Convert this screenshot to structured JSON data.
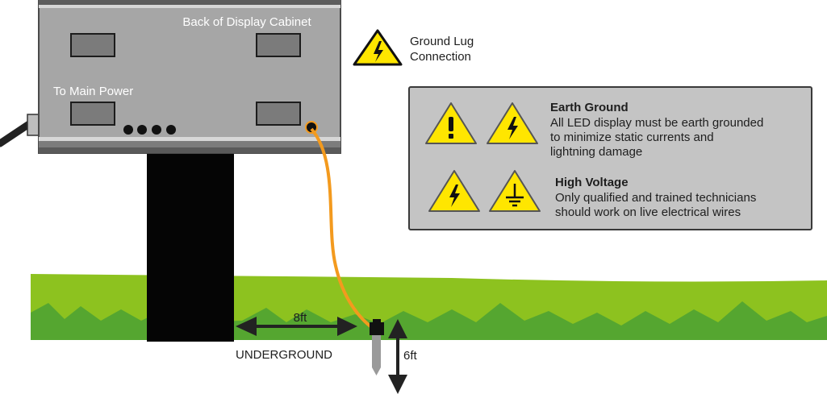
{
  "cabinet": {
    "title": "Back of Display Cabinet",
    "power_label": "To Main Power"
  },
  "legend": {
    "line1": "Ground Lug",
    "line2": "Connection",
    "icon": "lightning-warning-icon"
  },
  "warning_panel": {
    "earth_ground": {
      "title": "Earth Ground",
      "lines": [
        "All LED display must be earth grounded",
        "to minimize static currents and",
        "lightning damage"
      ],
      "icons": [
        "exclamation-warning-icon",
        "lightning-warning-icon"
      ]
    },
    "high_voltage": {
      "title": "High Voltage",
      "lines": [
        "Only qualified and trained technicians",
        "should work on live electrical wires"
      ],
      "icons": [
        "lightning-warning-icon",
        "ground-symbol-warning-icon"
      ]
    }
  },
  "ground": {
    "underground_label": "UNDERGROUND",
    "distance_label": "8ft",
    "depth_label": "6ft"
  },
  "colors": {
    "cabinet": "#a6a6a6",
    "grass_light": "#8dc21f",
    "grass_dark": "#55a630",
    "ground_wire": "#f39a1e",
    "warning_yellow": "#ffe600",
    "panel_bg": "#c4c4c4"
  }
}
